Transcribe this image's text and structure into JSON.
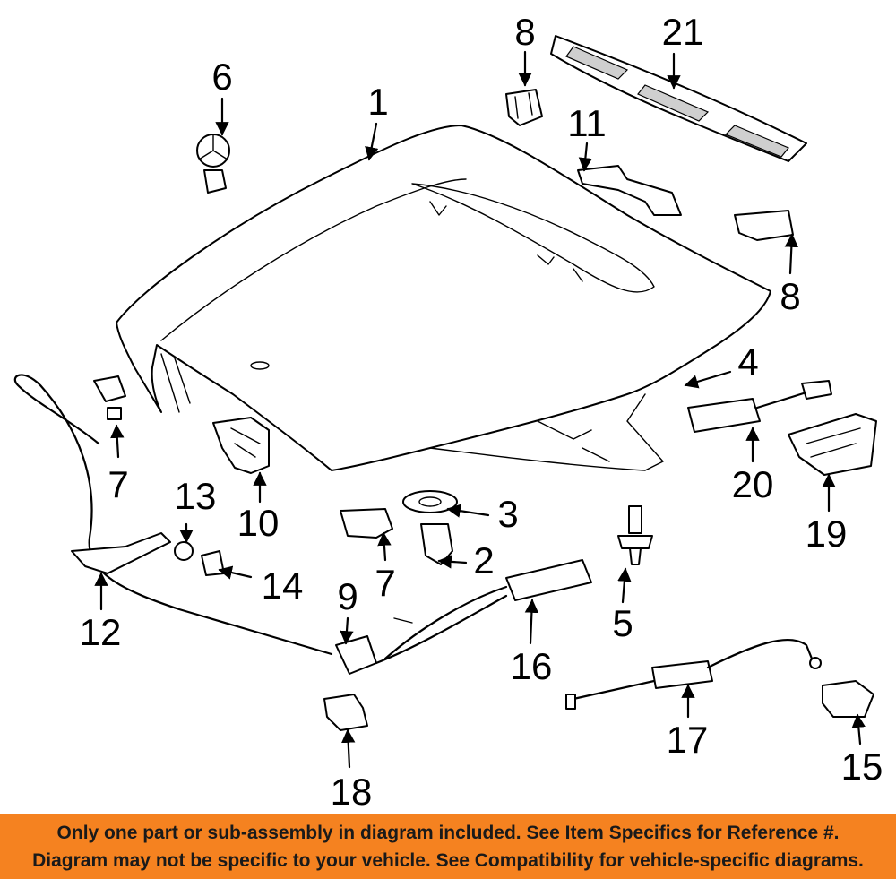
{
  "callouts": {
    "c1": "1",
    "c2": "2",
    "c3": "3",
    "c4": "4",
    "c5": "5",
    "c6": "6",
    "c7a": "7",
    "c7b": "7",
    "c8a": "8",
    "c8b": "8",
    "c9": "9",
    "c10": "10",
    "c11": "11",
    "c12": "12",
    "c13": "13",
    "c14": "14",
    "c15": "15",
    "c16": "16",
    "c17": "17",
    "c18": "18",
    "c19": "19",
    "c20": "20",
    "c21": "21"
  },
  "banner": {
    "line1": "Only one part or sub-assembly in diagram included. See Item Specifics for Reference #.",
    "line2": "Diagram may not be specific to your vehicle. See Compatibility for vehicle-specific diagrams."
  },
  "colors": {
    "banner_bg": "#f58220",
    "banner_text": "#1a1a1a"
  }
}
